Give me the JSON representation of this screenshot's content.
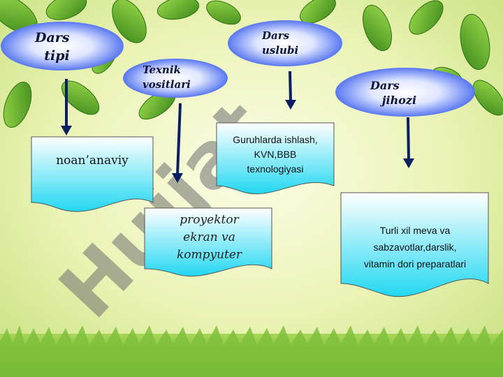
{
  "slide": {
    "headings": {
      "dars_tipi": "Dars\n  tipi",
      "texnik_vositalari": "Texnik\nvositlari",
      "dars_uslubi": "Dars\nuslubi",
      "dars_jihozi": "Dars\n   jihozi"
    },
    "boxes": {
      "tipi": "noan’anaviy",
      "vositalari": "proyektor\nekran va\nkompyuter",
      "uslubi": "Guruhlarda ishlash,\nKVN,BBB\ntexnologiyasi",
      "jihozi": "Turli xil meva va\nsabzavotlar,darslik,\nvitamin dori preparatlari"
    },
    "watermark": "Hujjat",
    "colors": {
      "oval": "#4f6ff2",
      "arrow": "#0c1f63",
      "box_top": "#ffffff",
      "box_bottom": "#20d8f2"
    }
  }
}
